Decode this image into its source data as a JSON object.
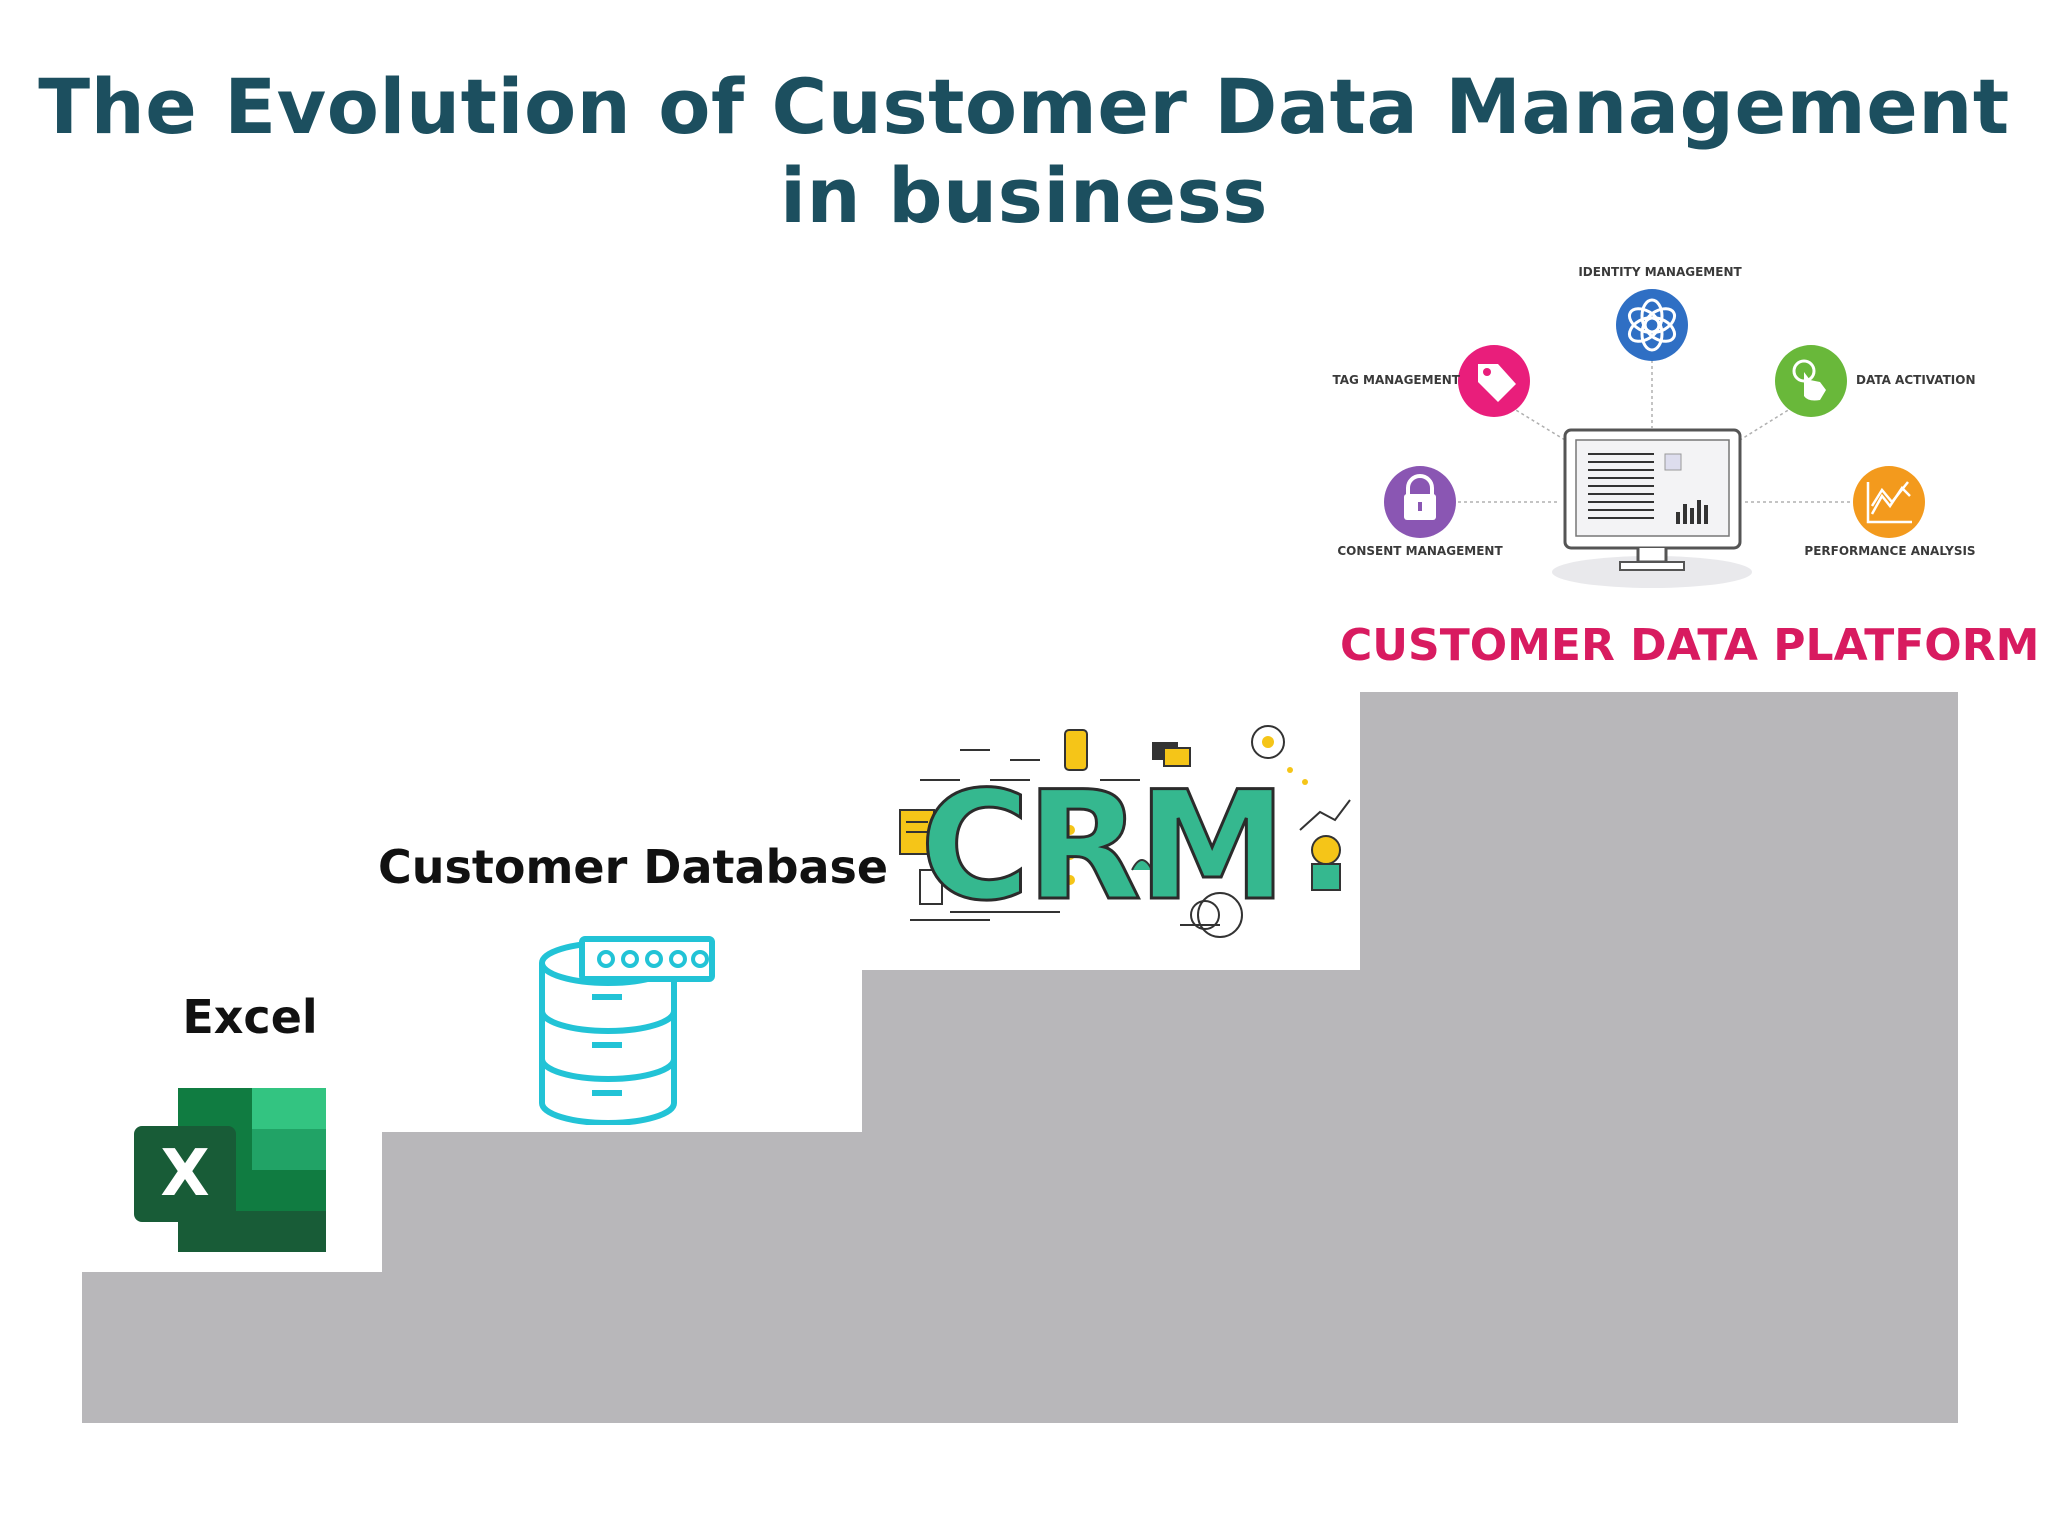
{
  "title": "The Evolution of Customer Data Management in business",
  "colors": {
    "title": "#1c4f5f",
    "stairs": "#b8b7ba",
    "cdp_label": "#d81b60",
    "excel_dark": "#185c37",
    "excel_mid": "#107c41",
    "excel_light": "#33c481",
    "database": "#22c3d6",
    "crm_green": "#35b88f",
    "crm_yellow": "#f5c518",
    "identity_blue": "#2f6fc4",
    "tag_pink": "#e91e7b",
    "data_activation_green": "#69b83a",
    "consent_purple": "#8a56b3",
    "performance_orange": "#f39a1d"
  },
  "stages": {
    "excel": {
      "label": "Excel",
      "icon": "excel-logo-icon",
      "letter": "X"
    },
    "database": {
      "label": "Customer Database",
      "icon": "database-icon"
    },
    "crm": {
      "label": "CRM",
      "icon": "crm-illustration-icon"
    },
    "cdp": {
      "label": "CUSTOMER DATA PLATFORM",
      "icon": "monitor-dashboard-icon"
    }
  },
  "cdp_features": {
    "identity": {
      "label": "IDENTITY MANAGEMENT",
      "icon": "identity-swirl-icon"
    },
    "tag": {
      "label": "TAG MANAGEMENT",
      "icon": "tag-icon"
    },
    "activation": {
      "label": "DATA ACTIVATION",
      "icon": "hand-pointer-icon"
    },
    "consent": {
      "label": "CONSENT MANAGEMENT",
      "icon": "lock-icon"
    },
    "performance": {
      "label": "PERFORMANCE ANALYSIS",
      "icon": "chart-line-icon"
    }
  }
}
